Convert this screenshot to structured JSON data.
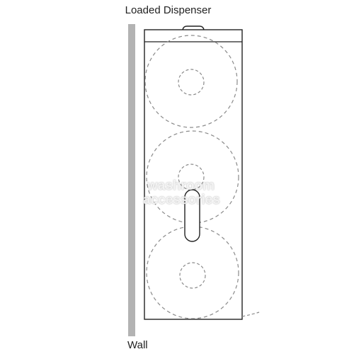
{
  "title": "Loaded Dispenser",
  "wall_label": "Wall",
  "watermark": {
    "line1": "washroom",
    "line2": "accessories"
  },
  "colors": {
    "outline": "#222222",
    "dashed": "#8a8a8a",
    "wall": "#b3b3b3",
    "background": "#ffffff"
  }
}
